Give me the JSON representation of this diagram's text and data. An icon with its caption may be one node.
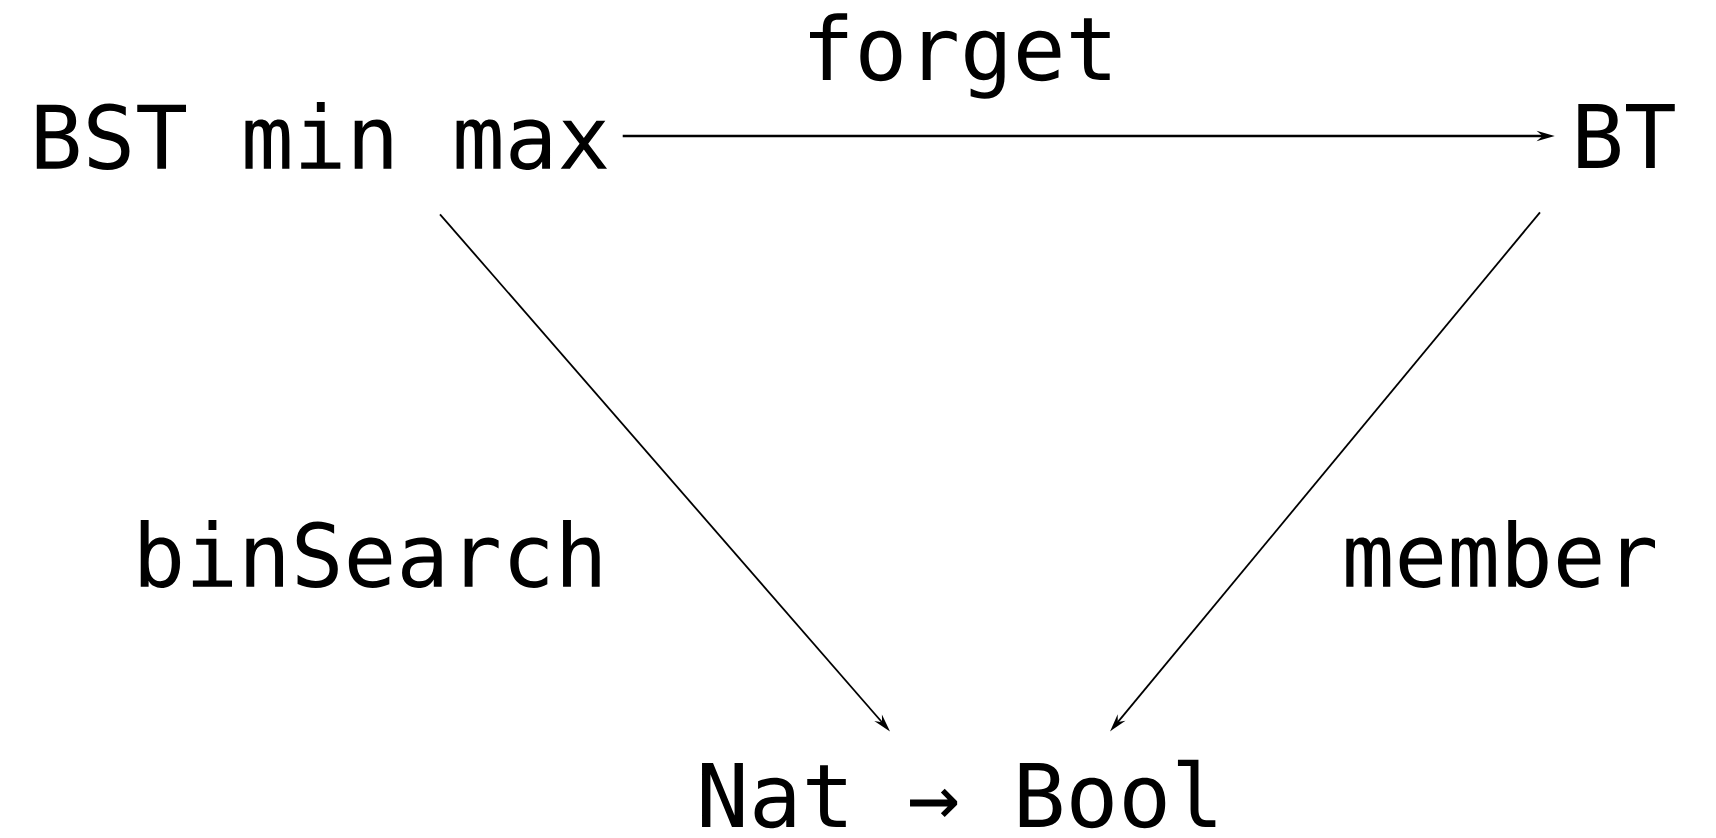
{
  "diagram": {
    "nodes": [
      {
        "text": [
          "BST min max"
        ]
      },
      {
        "text": [
          "BT"
        ]
      },
      {
        "text": [
          "Nat → Bool"
        ]
      }
    ],
    "edges": [
      {
        "from": 0,
        "to": 1,
        "arrow": "to",
        "label": "forget"
      },
      {
        "from": 0,
        "to": 2,
        "arrow": "to",
        "label": "binSearch"
      },
      {
        "from": 1,
        "to": 2,
        "arrow": "to",
        "label": "member"
      }
    ]
  }
}
